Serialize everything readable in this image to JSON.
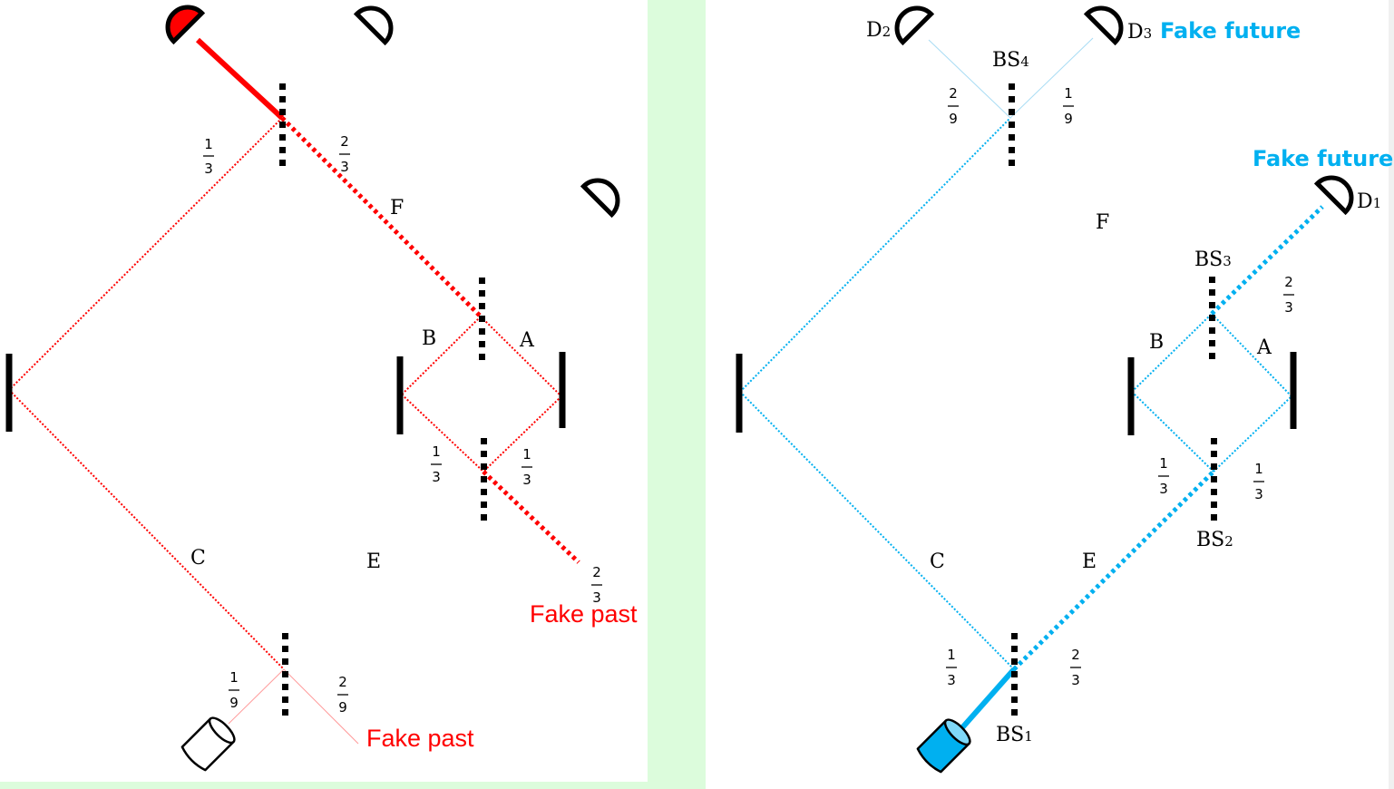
{
  "colors": {
    "left_beam": "#ff0000",
    "left_beam_faint": "#ff9a9a",
    "right_beam": "#00b0f0",
    "right_beam_faint": "#a8dcf4",
    "optics": "#000000",
    "background_strip": "#dcfcdc",
    "detector_fill_left": "#ff0000",
    "source_fill_right": "#00b0f0"
  },
  "left_panel": {
    "arm_labels": {
      "F": "F",
      "B": "B",
      "A": "A",
      "C": "C",
      "E": "E"
    },
    "fractions": {
      "top_left": {
        "num": "1",
        "den": "3"
      },
      "top_right": {
        "num": "2",
        "den": "3"
      },
      "mid_left": {
        "num": "1",
        "den": "3"
      },
      "mid_right": {
        "num": "1",
        "den": "3"
      },
      "exit": {
        "num": "2",
        "den": "3"
      },
      "bottom_left": {
        "num": "1",
        "den": "9"
      },
      "bottom_right": {
        "num": "2",
        "den": "9"
      }
    },
    "annotations": {
      "fake_past_mid": "Fake past",
      "fake_past_bottom": "Fake past"
    }
  },
  "right_panel": {
    "arm_labels": {
      "F": "F",
      "B": "B",
      "A": "A",
      "C": "C",
      "E": "E"
    },
    "beam_splitters": {
      "bs1": {
        "base": "BS",
        "sub": "1"
      },
      "bs2": {
        "base": "BS",
        "sub": "2"
      },
      "bs3": {
        "base": "BS",
        "sub": "3"
      },
      "bs4": {
        "base": "BS",
        "sub": "4"
      }
    },
    "detectors": {
      "d1": {
        "base": "D",
        "sub": "1"
      },
      "d2": {
        "base": "D",
        "sub": "2"
      },
      "d3": {
        "base": "D",
        "sub": "3"
      }
    },
    "fractions": {
      "bs4_left": {
        "num": "2",
        "den": "9"
      },
      "bs4_right": {
        "num": "1",
        "den": "9"
      },
      "bs3_right": {
        "num": "2",
        "den": "3"
      },
      "bs2_left": {
        "num": "1",
        "den": "3"
      },
      "bs2_right": {
        "num": "1",
        "den": "3"
      },
      "bs1_left": {
        "num": "1",
        "den": "3"
      },
      "bs1_right": {
        "num": "2",
        "den": "3"
      }
    },
    "annotations": {
      "fake_future_top": "Fake future",
      "fake_future_right": "Fake future"
    }
  }
}
